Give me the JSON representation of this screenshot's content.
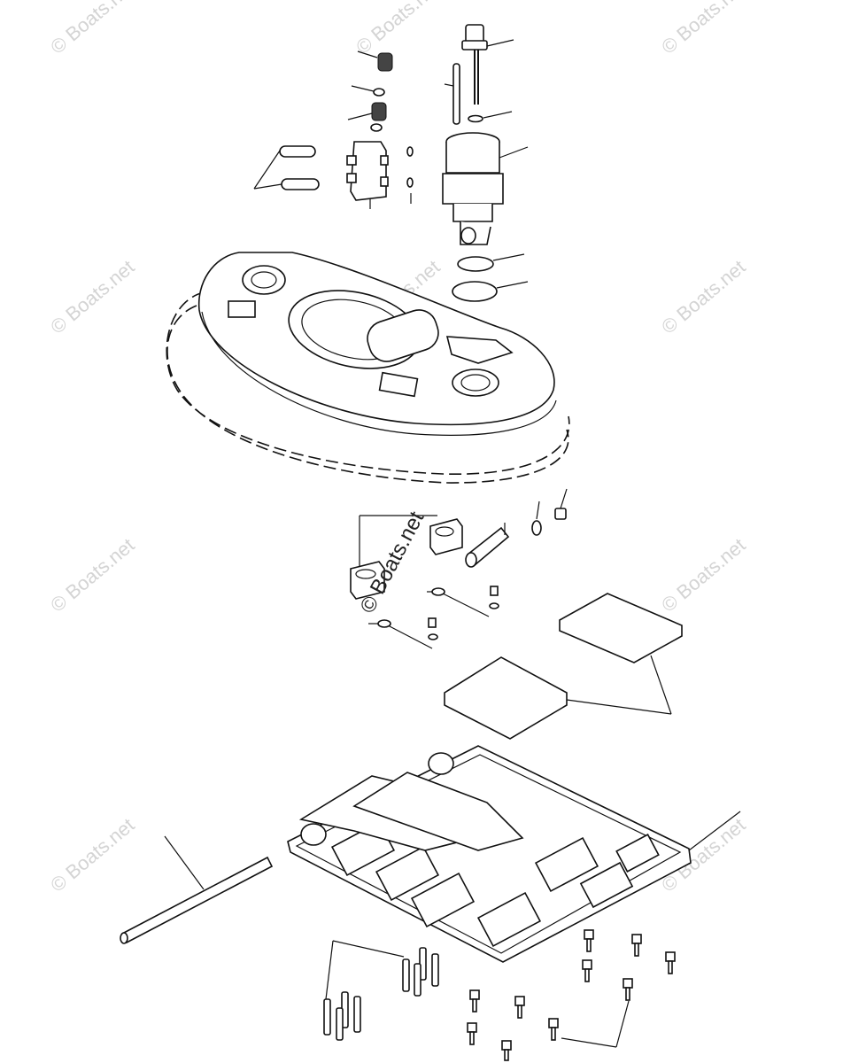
{
  "watermark": {
    "text": "© Boats.net",
    "center_text": "© Boats.net",
    "color": "#d4d4d4"
  },
  "icons": [
    "exploded-parts-diagram"
  ]
}
